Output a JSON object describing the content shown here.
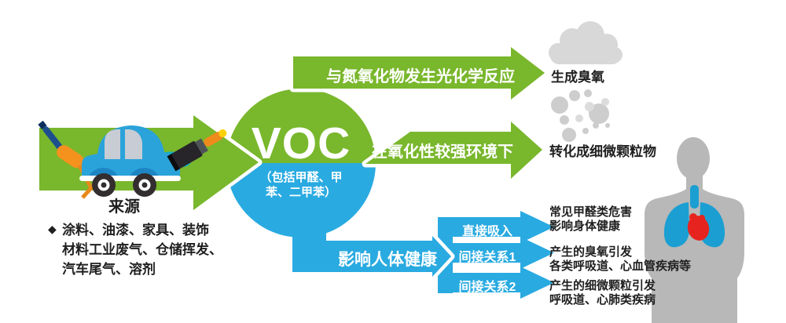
{
  "colors": {
    "green": "#79b72c",
    "blue": "#29aae1",
    "silhouette_gray": "#b8b8b8",
    "cloud_gray": "#d8d8d8",
    "lung_blue": "#1b9fd2",
    "heart_red": "#e7231f",
    "text_dark": "#1f1f1f",
    "white": "#ffffff"
  },
  "source": {
    "label": "来源",
    "bullet_icon": "◆",
    "items": "涂料、油漆、家具、装饰\n材料工业废气、仓储挥发、\n汽车尾气、溶剂"
  },
  "voc": {
    "title": "VOC",
    "subtitle": "（包括甲醛、甲\n苯、二甲苯）"
  },
  "pathways": {
    "photochemical": {
      "arrow_label": "与氮氧化物发生光化学反应",
      "result": "生成臭氧"
    },
    "oxidation": {
      "arrow_label": "在氧化性较强环境下",
      "result": "转化成细微颗粒物"
    },
    "health": {
      "arrow_label": "影响人体健康",
      "branches": [
        {
          "label": "直接吸入",
          "effect": "常见甲醛类危害\n影响身体健康"
        },
        {
          "label": "间接关系1",
          "effect": "产生的臭氧引发\n各类呼吸道、心血管疾病等"
        },
        {
          "label": "间接关系2",
          "effect": "产生的细微颗粒引发\n呼吸道、心肺类疾病"
        }
      ]
    }
  }
}
